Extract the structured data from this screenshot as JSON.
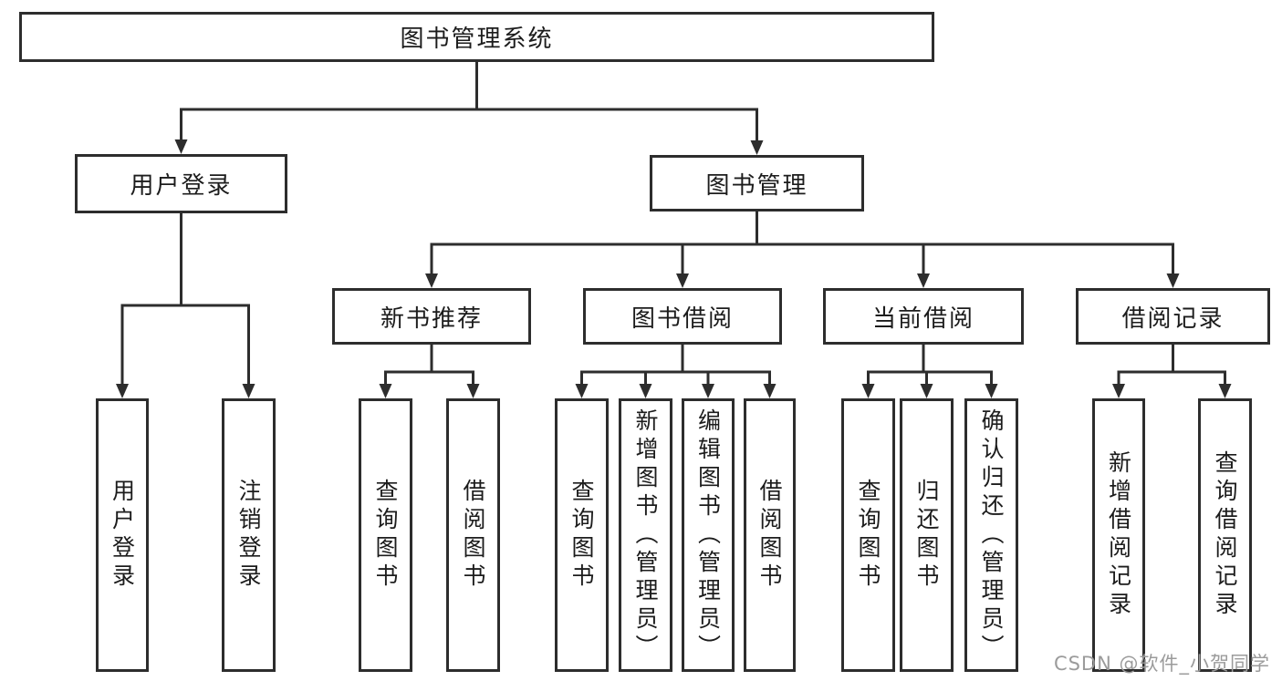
{
  "tree": {
    "label": "图书管理系统",
    "children": [
      {
        "label": "用户登录",
        "children": [
          {
            "label": "用户登录"
          },
          {
            "label": "注销登录"
          }
        ]
      },
      {
        "label": "图书管理",
        "children": [
          {
            "label": "新书推荐",
            "children": [
              {
                "label": "查询图书"
              },
              {
                "label": "借阅图书"
              }
            ]
          },
          {
            "label": "图书借阅",
            "children": [
              {
                "label": "查询图书"
              },
              {
                "label": "新增图书（管理员）"
              },
              {
                "label": "编辑图书（管理员）"
              },
              {
                "label": "借阅图书"
              }
            ]
          },
          {
            "label": "当前借阅",
            "children": [
              {
                "label": "查询图书"
              },
              {
                "label": "归还图书"
              },
              {
                "label": "确认归还（管理员）"
              }
            ]
          },
          {
            "label": "借阅记录",
            "children": [
              {
                "label": "新增借阅记录"
              },
              {
                "label": "查询借阅记录"
              }
            ]
          }
        ]
      }
    ]
  },
  "watermark": {
    "text": "CSDN @软件_小贺同学"
  },
  "colors": {
    "line": "#2d2d2d",
    "text": "#1c1c1c",
    "watermark": "#9b9b9b",
    "background": "#ffffff"
  }
}
